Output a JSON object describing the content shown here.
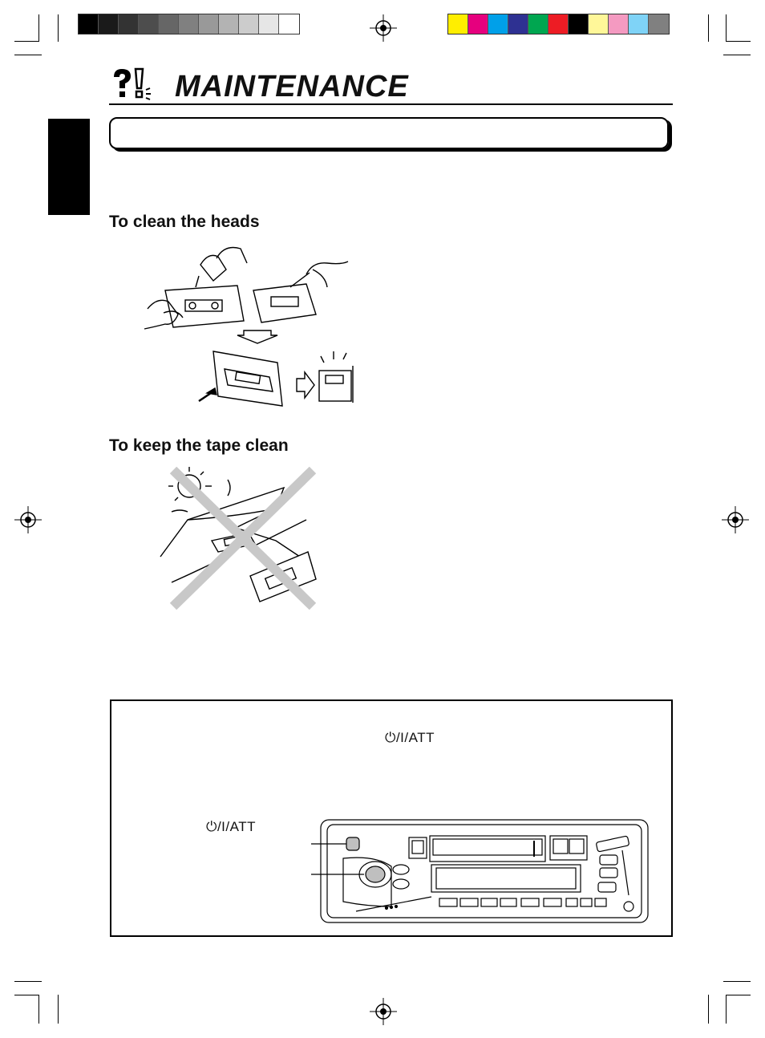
{
  "page": {
    "title": "MAINTENANCE",
    "title_icon": "question-exclamation-icon"
  },
  "sections": {
    "clean_heads": {
      "heading": "To clean the heads"
    },
    "keep_tape_clean": {
      "heading": "To keep the tape clean"
    }
  },
  "note_box": {
    "power_label_top": "⏻/I/ATT",
    "power_label_left": "⏻/I/ATT"
  },
  "colors": {
    "grayscale": [
      "#000000",
      "#1a1a1a",
      "#333333",
      "#4d4d4d",
      "#666666",
      "#808080",
      "#999999",
      "#b3b3b3",
      "#cccccc",
      "#e6e6e6",
      "#ffffff"
    ],
    "process": [
      "#ffee00",
      "#e6007e",
      "#00a0e9",
      "#2e3192",
      "#00a650",
      "#ed1c24",
      "#000000",
      "#fff799",
      "#f49ac1",
      "#7fd3f7",
      "#808080"
    ]
  }
}
